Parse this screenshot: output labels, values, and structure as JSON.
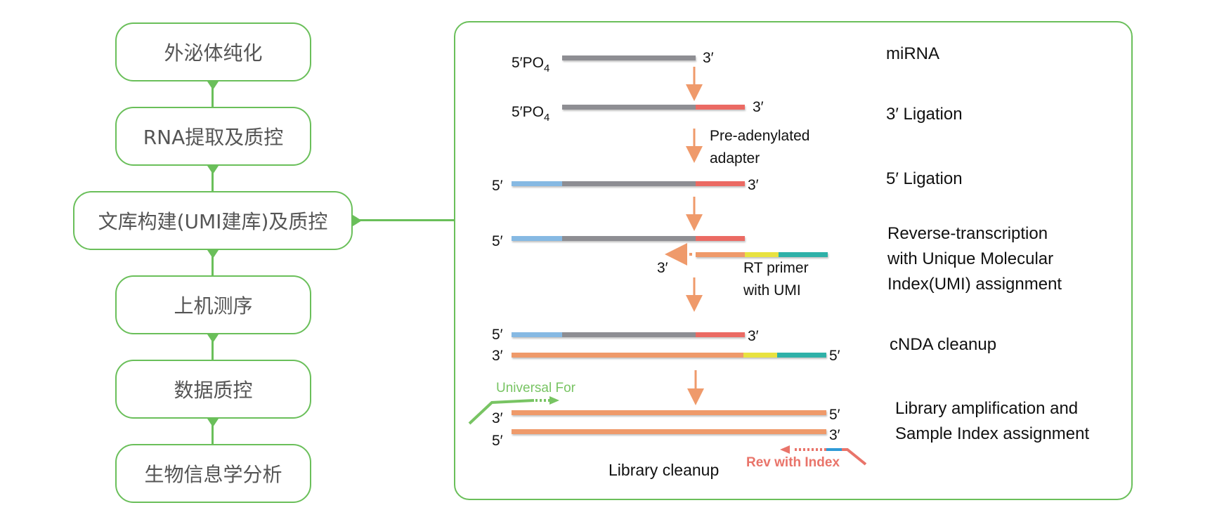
{
  "workflow": {
    "steps": [
      {
        "label": "外泌体纯化"
      },
      {
        "label": "RNA提取及质控"
      },
      {
        "label": "文库构建(UMI建库)及质控"
      },
      {
        "label": "上机测序"
      },
      {
        "label": "数据质控"
      },
      {
        "label": "生物信息学分析"
      }
    ],
    "highlighted_step_index": 2
  },
  "detail": {
    "stages": [
      {
        "label": "miRNA"
      },
      {
        "label": "3′ Ligation"
      },
      {
        "label": "5′ Ligation"
      },
      {
        "label": "Reverse-transcription",
        "label2": "with Unique Molecular",
        "label3": "Index(UMI) assignment"
      },
      {
        "label": "cNDA cleanup"
      },
      {
        "label": "Library amplification and",
        "label2": "Sample Index assignment"
      }
    ],
    "end_labels": {
      "five_prime_po4": "5′PO",
      "po4_subscript": "4",
      "five_prime": "5′",
      "three_prime": "3′"
    },
    "annotations": {
      "pre_adenylated_1": "Pre-adenylated",
      "pre_adenylated_2": "adapter",
      "rt_primer_1": "RT primer",
      "rt_primer_2": "with UMI",
      "universal_for": "Universal For",
      "rev_with_index": "Rev with Index",
      "library_cleanup": "Library cleanup"
    },
    "segment_colors": {
      "mirna": "#8e8e93",
      "three_adapter": "#eb6b63",
      "five_adapter": "#86b9e3",
      "cdna": "#ef9a6b",
      "umi": "#e8e23f",
      "rt_adapter": "#2db1a8",
      "universal_primer": "#78c463",
      "rev_primer": "#e9746a",
      "index": "#2f9ad6",
      "arrow": "#ef9a6b",
      "frame": "#6abf5a"
    }
  }
}
